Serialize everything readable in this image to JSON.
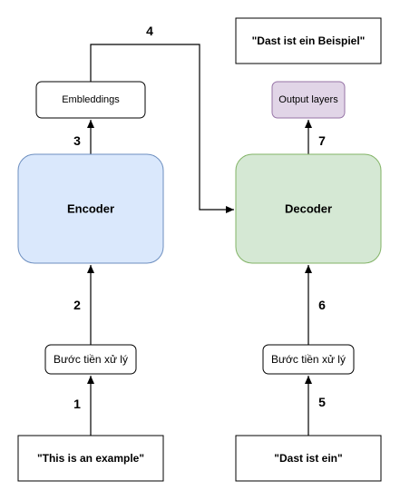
{
  "boxes": {
    "input_en": "\"This is an example\"",
    "preprocess_left": "Bước tiền xử lý",
    "encoder": "Encoder",
    "embeddings": "Embleddings",
    "input_de": "\"Dast ist ein\"",
    "preprocess_right": "Bước tiền xử lý",
    "decoder": "Decoder",
    "output_layers": "Output layers",
    "output_de": "\"Dast ist ein Beispiel\""
  },
  "step_labels": {
    "s1": "1",
    "s2": "2",
    "s3": "3",
    "s4": "4",
    "s5": "5",
    "s6": "6",
    "s7": "7"
  },
  "colors": {
    "encoder_fill": "#dae8fc",
    "encoder_stroke": "#6c8ebf",
    "decoder_fill": "#d5e8d4",
    "decoder_stroke": "#82b366",
    "output_layers_fill": "#e1d5e7",
    "output_layers_stroke": "#9673a6"
  }
}
